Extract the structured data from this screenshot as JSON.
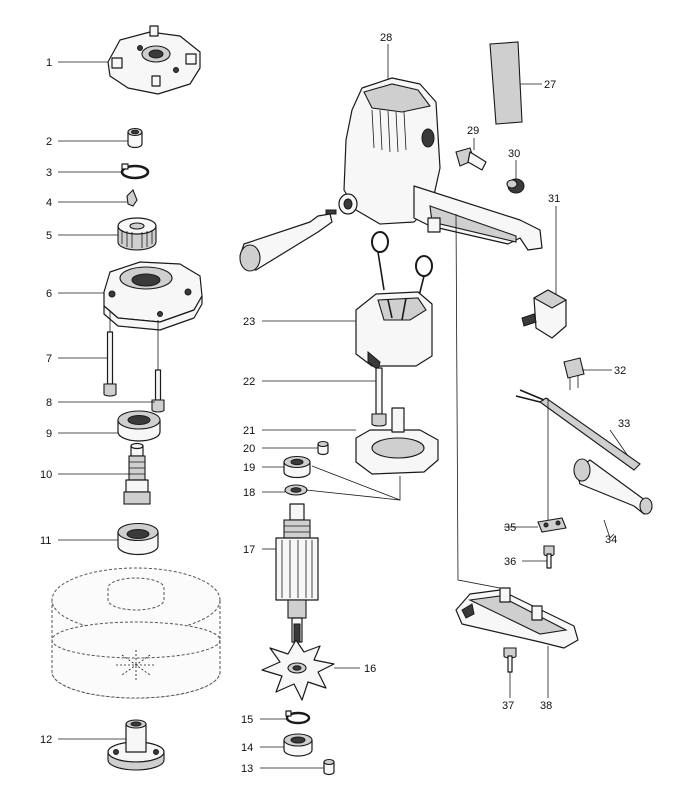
{
  "callouts": [
    {
      "id": "1",
      "label": "1"
    },
    {
      "id": "2",
      "label": "2"
    },
    {
      "id": "3",
      "label": "3"
    },
    {
      "id": "4",
      "label": "4"
    },
    {
      "id": "5",
      "label": "5"
    },
    {
      "id": "6",
      "label": "6"
    },
    {
      "id": "7",
      "label": "7"
    },
    {
      "id": "8",
      "label": "8"
    },
    {
      "id": "9",
      "label": "9"
    },
    {
      "id": "10",
      "label": "10"
    },
    {
      "id": "11",
      "label": "11"
    },
    {
      "id": "12",
      "label": "12"
    },
    {
      "id": "13",
      "label": "13"
    },
    {
      "id": "14",
      "label": "14"
    },
    {
      "id": "15",
      "label": "15"
    },
    {
      "id": "16",
      "label": "16"
    },
    {
      "id": "17",
      "label": "17"
    },
    {
      "id": "18",
      "label": "18"
    },
    {
      "id": "19",
      "label": "19"
    },
    {
      "id": "20",
      "label": "20"
    },
    {
      "id": "21",
      "label": "21"
    },
    {
      "id": "22",
      "label": "22"
    },
    {
      "id": "23",
      "label": "23"
    },
    {
      "id": "27",
      "label": "27"
    },
    {
      "id": "28",
      "label": "28"
    },
    {
      "id": "29",
      "label": "29"
    },
    {
      "id": "30",
      "label": "30"
    },
    {
      "id": "31",
      "label": "31"
    },
    {
      "id": "32",
      "label": "32"
    },
    {
      "id": "33",
      "label": "33"
    },
    {
      "id": "34",
      "label": "34"
    },
    {
      "id": "35",
      "label": "35"
    },
    {
      "id": "36",
      "label": "36"
    },
    {
      "id": "37",
      "label": "37"
    },
    {
      "id": "38",
      "label": "38"
    }
  ]
}
